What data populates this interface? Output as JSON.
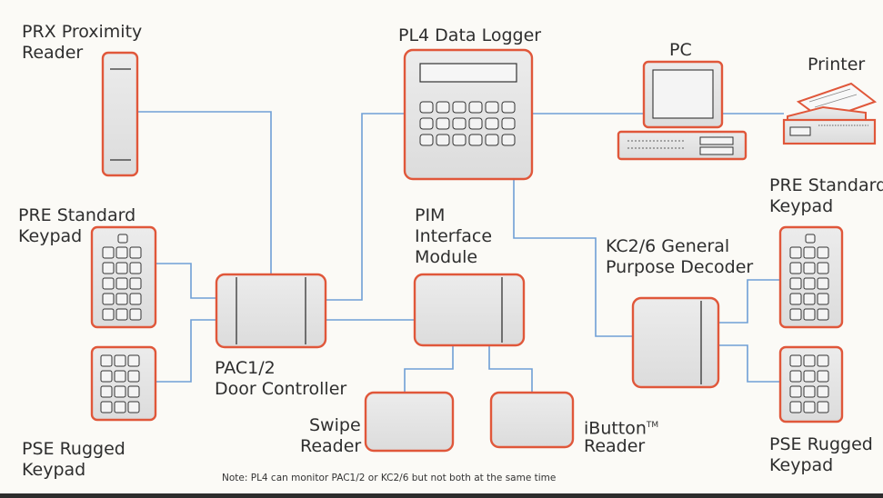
{
  "labels": {
    "prx_line1": "PRX Proximity",
    "prx_line2": "Reader",
    "pl4": "PL4 Data Logger",
    "pc": "PC",
    "printer": "Printer",
    "pre_left_line1": "PRE Standard",
    "pre_left_line2": "Keypad",
    "pim_line1": "PIM",
    "pim_line2": "Interface",
    "pim_line3": "Module",
    "kc_line1": "KC2/6 General",
    "kc_line2": "Purpose Decoder",
    "pre_right_line1": "PRE Standard",
    "pre_right_line2": "Keypad",
    "pac_line1": "PAC1/2",
    "pac_line2": "Door Controller",
    "swipe_line1": "Swipe",
    "swipe_line2": "Reader",
    "ibutton_line1": "iButton",
    "ibutton_tm": "TM",
    "ibutton_line2": "Reader",
    "pse_left_line1": "PSE Rugged",
    "pse_left_line2": "Keypad",
    "pse_right_line1": "PSE Rugged",
    "pse_right_line2": "Keypad"
  },
  "note": "Note: PL4 can monitor PAC1/2 or KC2/6 but not both at the same time",
  "colors": {
    "device_border": "#e0573a",
    "device_fill": "#e6e6e6",
    "connection": "#6f9fd6",
    "text": "#2e2e2e"
  }
}
